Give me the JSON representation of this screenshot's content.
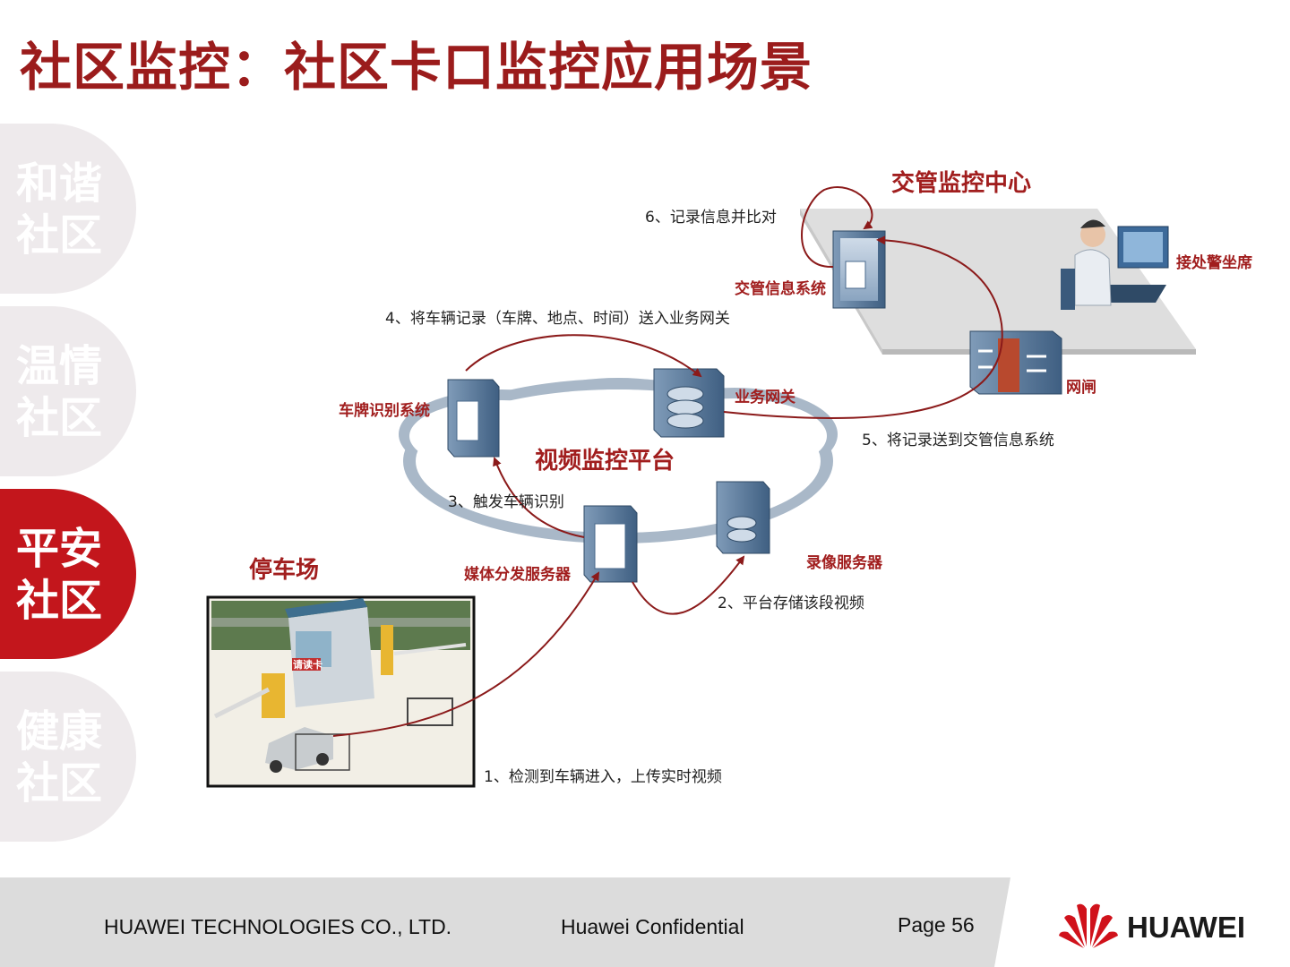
{
  "title": "社区监控：社区卡口监控应用场景",
  "sidebar": {
    "items": [
      {
        "line1": "和谐",
        "line2": "社区",
        "active": false
      },
      {
        "line1": "温情",
        "line2": "社区",
        "active": false
      },
      {
        "line1": "平安",
        "line2": "社区",
        "active": true
      },
      {
        "line1": "健康",
        "line2": "社区",
        "active": false
      }
    ]
  },
  "diagram": {
    "traffic_center": "交管监控中心",
    "platform": "视频监控平台",
    "parking": "停车场",
    "nodes": {
      "traffic_info_system": "交管信息系统",
      "officer_seat": "接处警坐席",
      "gatekeeper": "网闸",
      "business_gateway": "业务网关",
      "plate_recognition": "车牌识别系统",
      "media_server": "媒体分发服务器",
      "record_server": "录像服务器",
      "booth_sign": "请读卡"
    },
    "steps": {
      "s1": "1、检测到车辆进入，上传实时视频",
      "s2": "2、平台存储该段视频",
      "s3": "3、触发车辆识别",
      "s4": "4、将车辆记录（车牌、地点、时间）送入业务网关",
      "s5": "5、将记录送到交管信息系统",
      "s6": "6、记录信息并比对"
    }
  },
  "footer": {
    "company": "HUAWEI TECHNOLOGIES CO., LTD.",
    "confidential": "Huawei Confidential",
    "page": "Page 56",
    "logo": "HUAWEI"
  },
  "colors": {
    "brand_red": "#c3161c",
    "title_red": "#9b1c1c",
    "arrow": "#8b1a1a"
  }
}
